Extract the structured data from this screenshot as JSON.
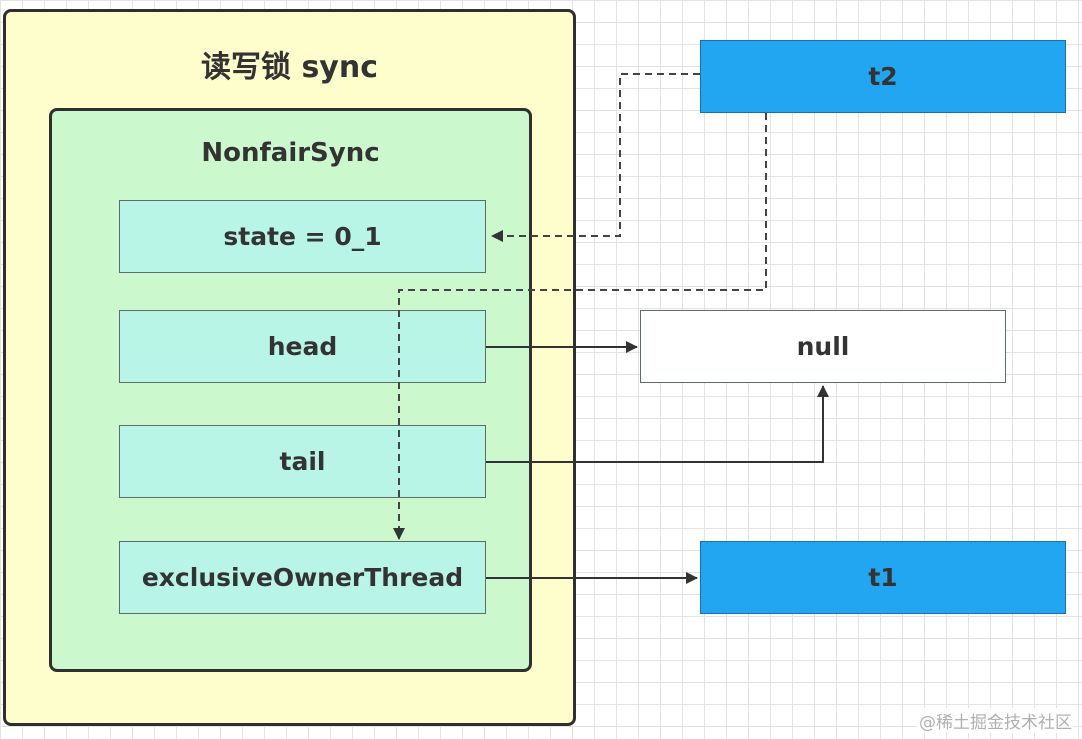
{
  "outer_title": "读写锁 sync",
  "inner_title": "NonfairSync",
  "fields": {
    "state": "state = 0_1",
    "head": "head",
    "tail": "tail",
    "owner": "exclusiveOwnerThread"
  },
  "nodes": {
    "t2": "t2",
    "null": "null",
    "t1": "t1"
  },
  "watermark": "@稀土掘金技术社区",
  "colors": {
    "outer_fill": "#fefecd",
    "inner_fill": "#ccf8cd",
    "field_fill": "#b8f5e6",
    "thread_fill": "#22a6f2"
  }
}
